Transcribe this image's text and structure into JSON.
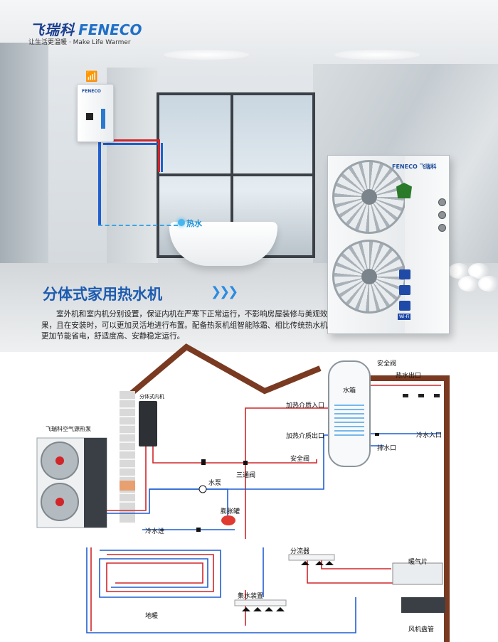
{
  "logo": {
    "cn": "飞瑞科",
    "en": "FENECO",
    "tagline": "让生活更温暖 · Make Life Warmer"
  },
  "hero": {
    "indoor_brand": "FENECO",
    "outdoor_brand": "FENECO",
    "outdoor_brand_cn": "飞瑞科",
    "hot_water_label": "热水",
    "wifi_badge": "Wi-Fi"
  },
  "section": {
    "title": "分体式家用热水机",
    "description": "室外机和室内机分别设置，保证内机在严寒下正常运行，不影响房屋装修与美观效果，且在安装时，可以更加灵活地进行布置。配备热泵机组智能除霜、相比传统热水机更加节能省电，舒适度高、安静稳定运行。"
  },
  "diagram": {
    "labels": {
      "indoor_unit": "分体式内机",
      "outdoor_unit": "飞瑞科空气源热泵",
      "tank": "水箱",
      "safety_valve_top": "安全阀",
      "hot_water_outlet": "热水出口",
      "heating_inlet": "加热介质入口",
      "heating_outlet": "加热介质出口",
      "cold_water_inlet": "冷水入口",
      "drain_outlet": "排水口",
      "safety_valve": "安全阀",
      "three_way_valve": "三通阀",
      "water_pump": "水泵",
      "expansion_tank": "膨胀罐",
      "cold_water_in": "冷水进",
      "distributor": "分流器",
      "radiator": "暖气片",
      "collector": "集水装置",
      "floor_heating": "地暖",
      "fan_coil": "风机盘管"
    },
    "colors": {
      "hot": "#d0262a",
      "cold": "#1f5fd0",
      "roof": "#7a3a22"
    }
  }
}
